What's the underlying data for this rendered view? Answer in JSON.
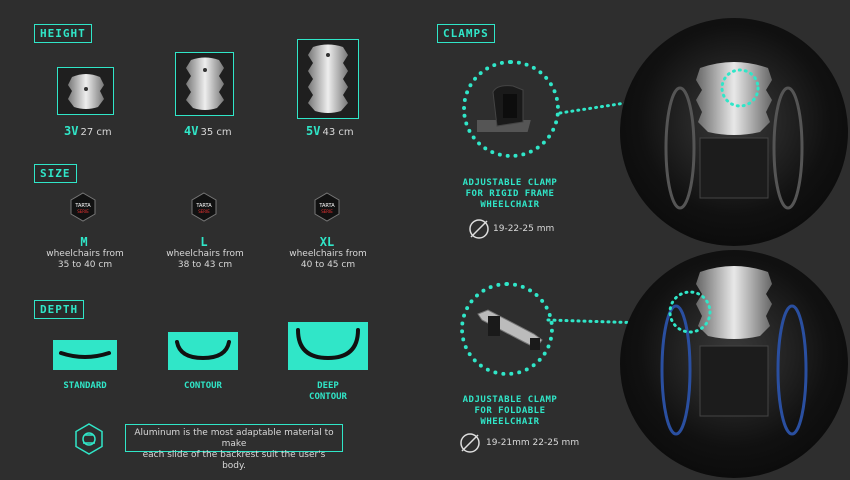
{
  "sections": {
    "height": "HEIGHT",
    "size": "SIZE",
    "depth": "DEPTH",
    "clamps": "CLAMPS"
  },
  "height_options": [
    {
      "code": "3V",
      "value": "27 cm"
    },
    {
      "code": "4V",
      "value": "35 cm"
    },
    {
      "code": "5V",
      "value": "43 cm"
    }
  ],
  "size_options": [
    {
      "letter": "M",
      "line1": "wheelchairs from",
      "line2": "35 to 40 cm"
    },
    {
      "letter": "L",
      "line1": "wheelchairs from",
      "line2": "38 to 43 cm"
    },
    {
      "letter": "XL",
      "line1": "wheelchairs from",
      "line2": "40 to 45 cm"
    }
  ],
  "badge_text": {
    "line1": "TARTA",
    "line2": "SERIE"
  },
  "depth_options": [
    {
      "line1": "STANDARD",
      "line2": ""
    },
    {
      "line1": "CONTOUR",
      "line2": ""
    },
    {
      "line1": "DEEP",
      "line2": "CONTOUR"
    }
  ],
  "note": {
    "line1": "Aluminum is the most adaptable material to make",
    "line2": "each slide of the backrest suit the user's body."
  },
  "clamps": [
    {
      "line1": "ADJUSTABLE CLAMP",
      "line2": "FOR RIGID FRAME",
      "line3": "WHEELCHAIR",
      "diameters": "19-22-25 mm"
    },
    {
      "line1": "ADJUSTABLE CLAMP",
      "line2": "FOR FOLDABLE",
      "line3": "WHEELCHAIR",
      "diameters": "19-21mm 22-25 mm"
    }
  ],
  "colors": {
    "accent": "#30e6c8",
    "background": "#2e2e2e"
  }
}
